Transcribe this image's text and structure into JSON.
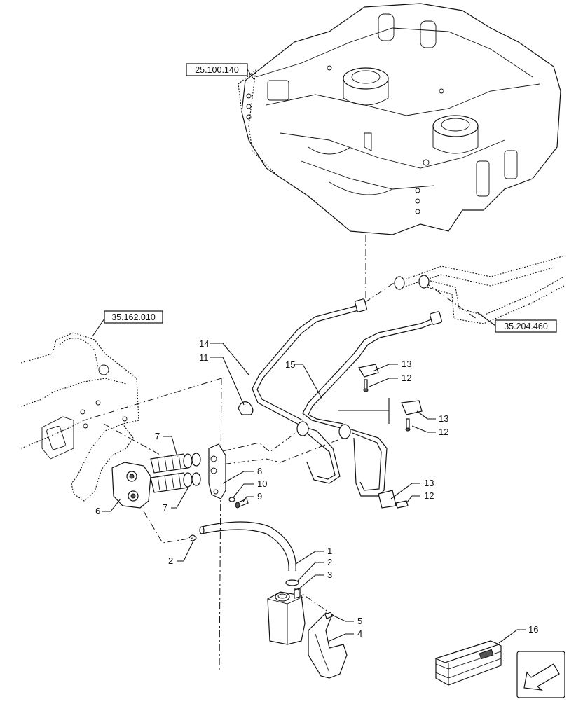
{
  "references": {
    "frame": "25.100.140",
    "hitch": "35.162.010",
    "pipes": "35.204.460"
  },
  "callouts": {
    "c1": "1",
    "c2a": "2",
    "c2b": "2",
    "c3": "3",
    "c4": "4",
    "c5": "5",
    "c6": "6",
    "c7a": "7",
    "c7b": "7",
    "c8": "8",
    "c9": "9",
    "c10": "10",
    "c11": "11",
    "c12a": "12",
    "c12b": "12",
    "c12c": "12",
    "c13a": "13",
    "c13b": "13",
    "c13c": "13",
    "c14": "14",
    "c15": "15",
    "c16": "16"
  },
  "icons": {
    "navigation": "arrow-left-down-icon",
    "kit": "crate-icon"
  }
}
